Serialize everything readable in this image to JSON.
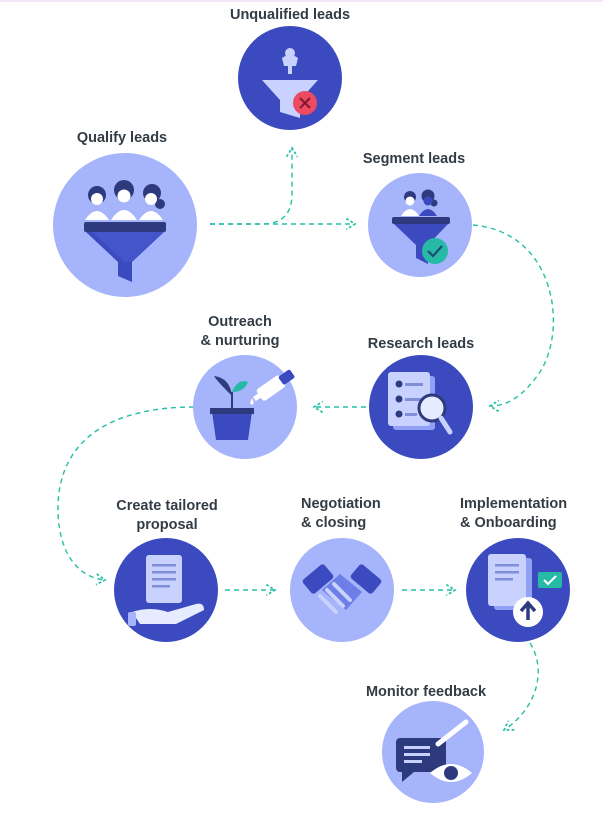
{
  "colors": {
    "dark_circle": "#3b4bbf",
    "light_circle": "#a5b4fb",
    "arrow": "#24bfa7",
    "label_text": "#333c45",
    "reject": "#ee4a62",
    "approve": "#26b9a6"
  },
  "steps": {
    "unqualified": {
      "label": "Unqualified leads",
      "icon": "funnel-reject-icon"
    },
    "qualify": {
      "label": "Qualify leads",
      "icon": "funnel-people-icon"
    },
    "segment": {
      "label": "Segment leads",
      "icon": "funnel-check-icon"
    },
    "research": {
      "label": "Research leads",
      "icon": "document-magnifier-icon"
    },
    "outreach": {
      "label_line1": "Outreach",
      "label_line2": "& nurturing",
      "icon": "plant-watering-icon"
    },
    "proposal": {
      "label_line1": "Create tailored",
      "label_line2": "proposal",
      "icon": "hand-document-icon"
    },
    "negotiation": {
      "label_line1": "Negotiation",
      "label_line2": "& closing",
      "icon": "handshake-icon"
    },
    "implementation": {
      "label_line1": "Implementation",
      "label_line2": "& Onboarding",
      "icon": "document-upload-icon"
    },
    "monitor": {
      "label": "Monitor feedback",
      "icon": "chat-eye-icon"
    }
  }
}
